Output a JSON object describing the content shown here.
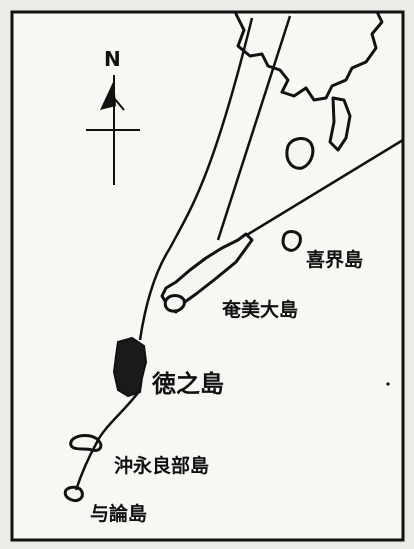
{
  "north_label": "N",
  "labels": {
    "kikai": "喜界島",
    "amami": "奄美大島",
    "tokunoshima": "徳之島",
    "okinoerabu": "沖永良部島",
    "yoron": "与論島"
  },
  "icons": {
    "north_arrow": "north-arrow-icon"
  }
}
